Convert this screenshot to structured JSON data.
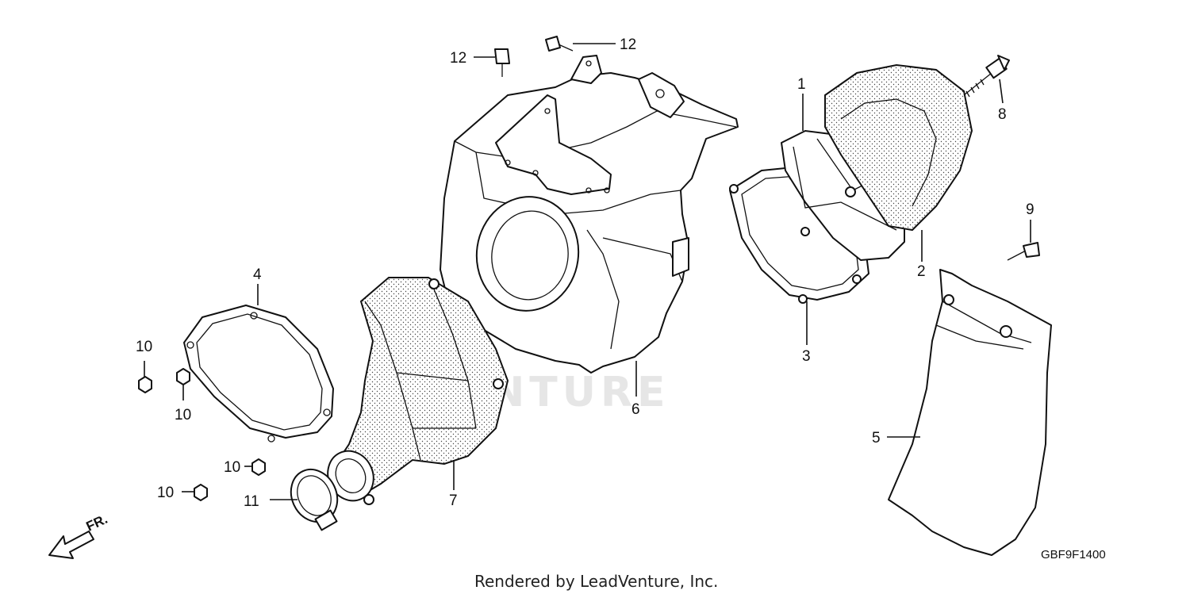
{
  "watermark": "VENTURE",
  "footer": "Rendered by LeadVenture, Inc.",
  "diagram_code": "GBF9F1400",
  "direction": "FR.",
  "callouts": {
    "c1": "1",
    "c2": "2",
    "c3": "3",
    "c4": "4",
    "c5": "5",
    "c6": "6",
    "c7": "7",
    "c8": "8",
    "c9": "9",
    "c10a": "10",
    "c10b": "10",
    "c10c": "10",
    "c10d": "10",
    "c11": "11",
    "c12a": "12",
    "c12b": "12"
  }
}
